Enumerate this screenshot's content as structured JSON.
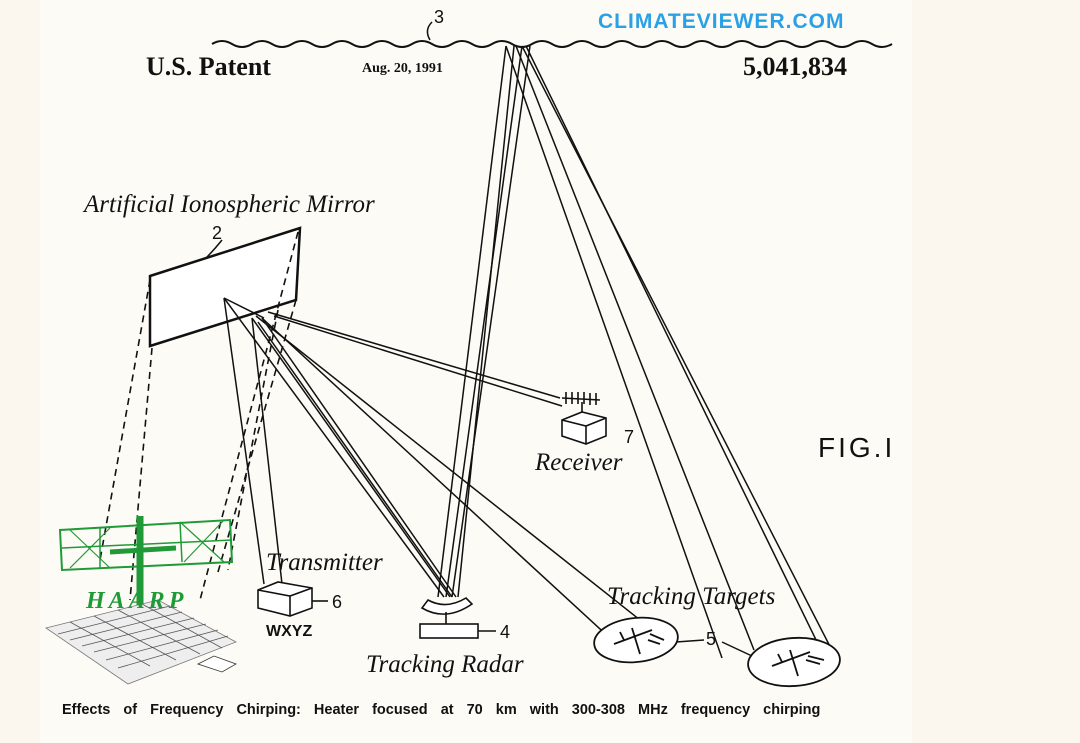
{
  "header": {
    "patent_label": "U.S. Patent",
    "date": "Aug. 20, 1991",
    "patent_number": "5,041,834",
    "watermark": "CLIMATEVIEWER.COM"
  },
  "labels": {
    "mirror": "Artificial Ionospheric Mirror",
    "receiver": "Receiver",
    "transmitter": "Transmitter",
    "tracking_radar": "Tracking Radar",
    "tracking_targets": "Tracking Targets",
    "station": "WXYZ",
    "haarp": "HAARP",
    "figure": "FIG.I"
  },
  "reference_numbers": {
    "ionosphere": "3",
    "mirror": "2",
    "receiver": "7",
    "transmitter": "6",
    "radar": "4",
    "targets": "5"
  },
  "caption": "Effects of Frequency Chirping: Heater focused at 70 km with 300-308 MHz frequency chirping",
  "colors": {
    "ink": "#111111",
    "haarp_green": "#1f9a36",
    "watermark_blue": "#2aa0e6"
  }
}
